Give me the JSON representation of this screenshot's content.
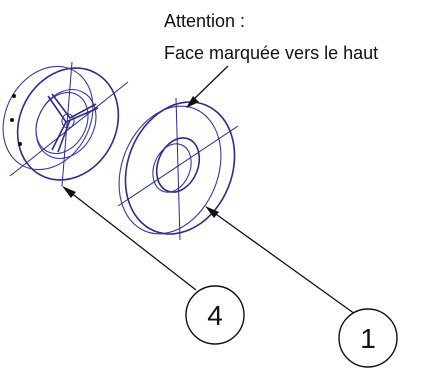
{
  "note": {
    "line1": "Attention :",
    "line2": "Face marquée vers le haut"
  },
  "callouts": {
    "part_4": "4",
    "part_1": "1"
  },
  "colors": {
    "line": "#3a3aa0",
    "text": "#111111",
    "background": "#ffffff"
  }
}
